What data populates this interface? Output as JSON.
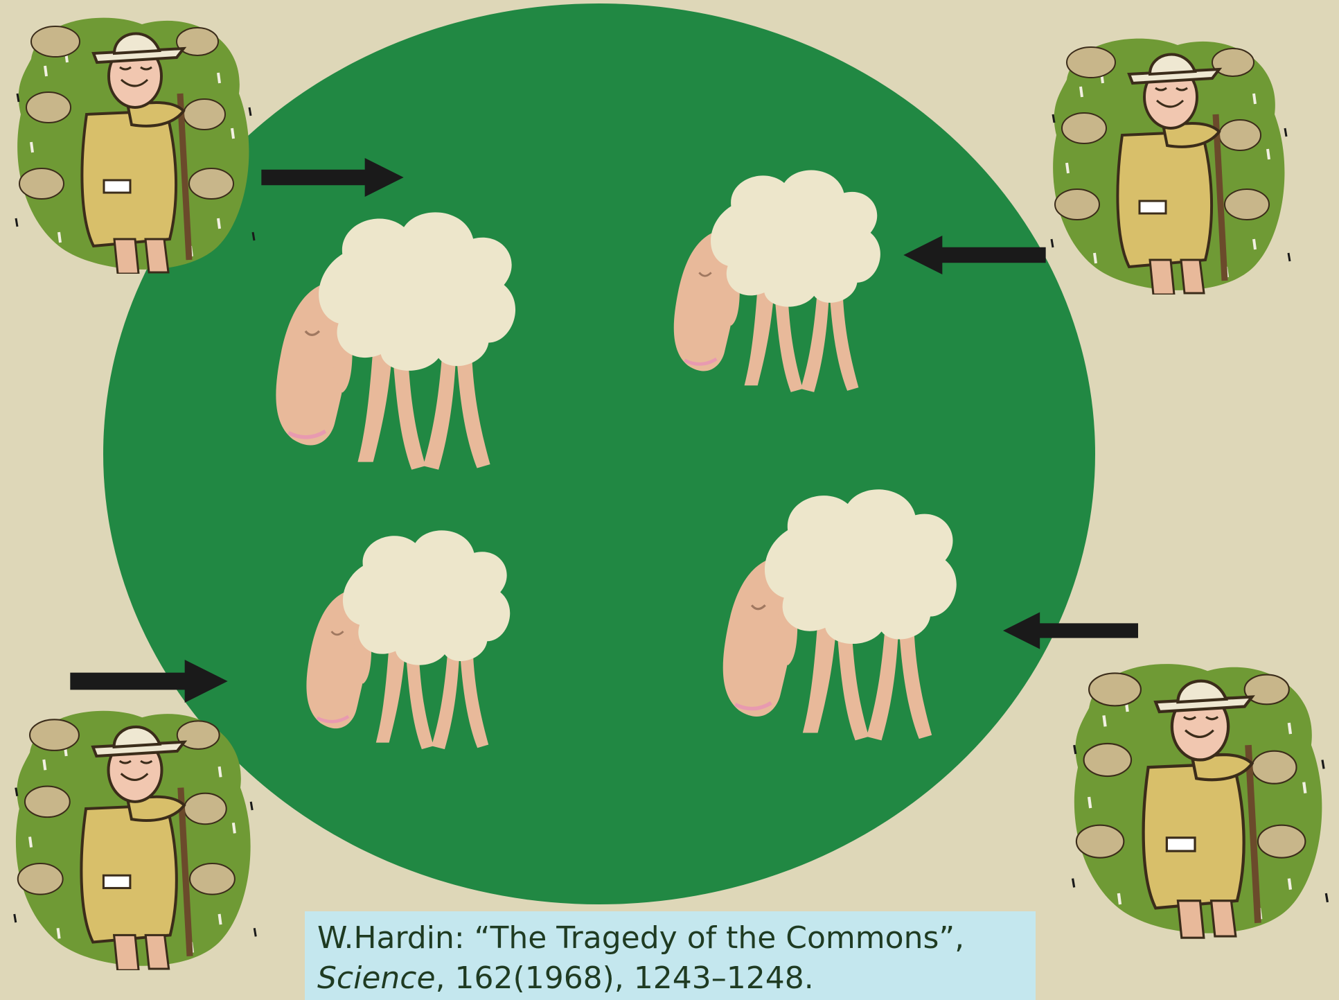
{
  "colors": {
    "background": "#ded7b8",
    "pasture": "#218843",
    "arrow": "#1a1a1a",
    "sheep_wool": "#ede6cb",
    "sheep_skin": "#e8b99a",
    "herdsman_field": "#6f9a35",
    "caption_bg": "#c4e7ee",
    "caption_text": "#1f3b22"
  },
  "icons": {
    "herdsman": "herdsman-with-flock-icon",
    "sheep": "grazing-sheep-icon",
    "arrow": "arrow-icon"
  },
  "diagram": {
    "pasture_label": "",
    "herdsmen_count": 4,
    "sheep_count": 4,
    "arrows_count": 4
  },
  "caption": {
    "line1": "W.Hardin: “The Tragedy of the Commons”,",
    "journal": "Science",
    "line2_rest": ", 162(1968), 1243–1248."
  }
}
